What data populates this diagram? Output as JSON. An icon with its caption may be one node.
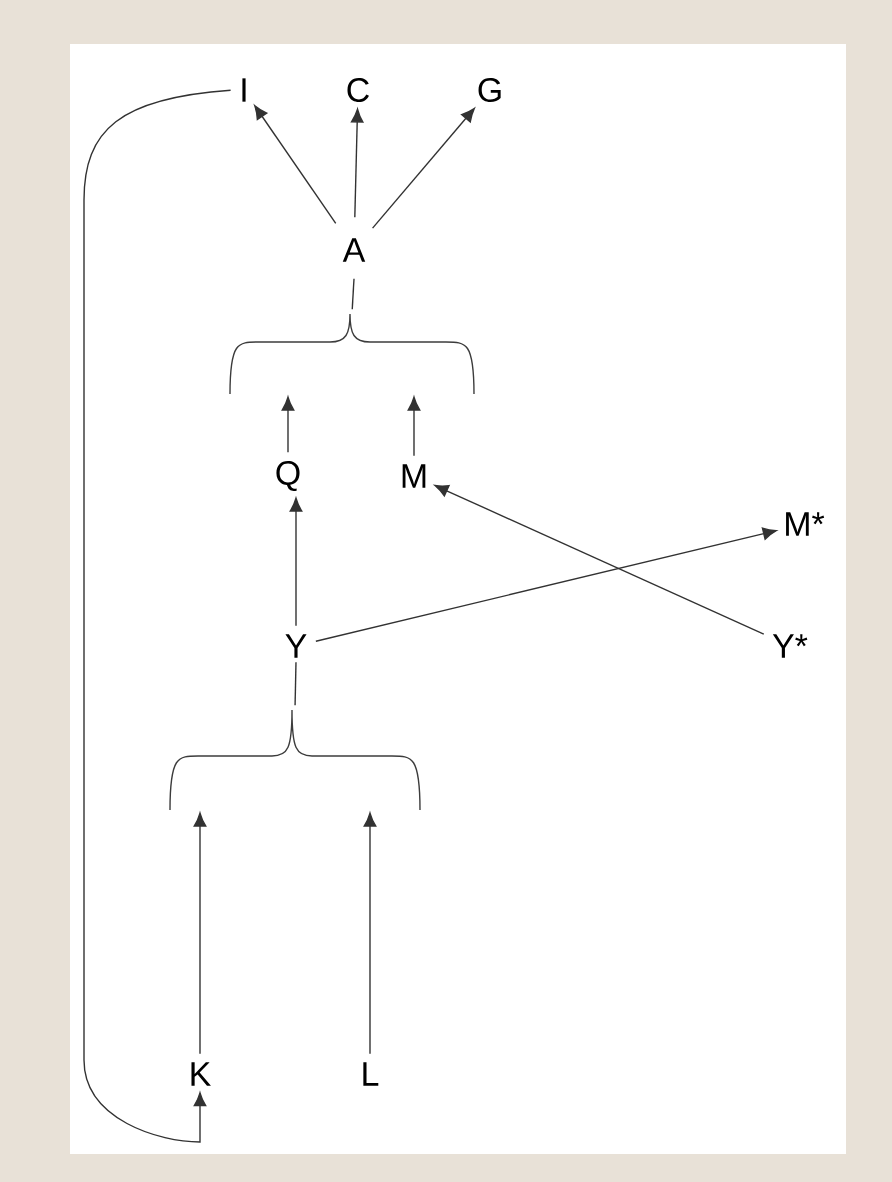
{
  "diagram": {
    "nodes": [
      {
        "text": [
          "I"
        ]
      },
      {
        "text": [
          "C"
        ]
      },
      {
        "text": [
          "G"
        ]
      },
      {
        "text": [
          "A"
        ]
      },
      {
        "text": [],
        "shape": "brace"
      },
      {
        "text": [
          "Q"
        ]
      },
      {
        "text": [
          "M"
        ]
      },
      {
        "text": [
          "M*"
        ]
      },
      {
        "text": [
          "Y"
        ]
      },
      {
        "text": [
          "Y*"
        ]
      },
      {
        "text": [],
        "shape": "brace"
      },
      {
        "text": [
          "K"
        ]
      },
      {
        "text": [
          "L"
        ]
      }
    ],
    "edges": [
      {
        "from": 3,
        "to": 0,
        "arrow": "to"
      },
      {
        "from": 3,
        "to": 1,
        "arrow": "to"
      },
      {
        "from": 3,
        "to": 2,
        "arrow": "to"
      },
      {
        "from": 5,
        "to": 4,
        "arrow": "to"
      },
      {
        "from": 6,
        "to": 4,
        "arrow": "to"
      },
      {
        "from": 4,
        "to": 3,
        "arrow": "none"
      },
      {
        "from": 8,
        "to": 5,
        "arrow": "to"
      },
      {
        "from": 9,
        "to": 6,
        "arrow": "to"
      },
      {
        "from": 8,
        "to": 7,
        "arrow": "to"
      },
      {
        "from": 11,
        "to": 10,
        "arrow": "to"
      },
      {
        "from": 12,
        "to": 10,
        "arrow": "to"
      },
      {
        "from": 10,
        "to": 8,
        "arrow": "none"
      },
      {
        "from": 0,
        "to": 11,
        "arrow": "to"
      }
    ]
  }
}
